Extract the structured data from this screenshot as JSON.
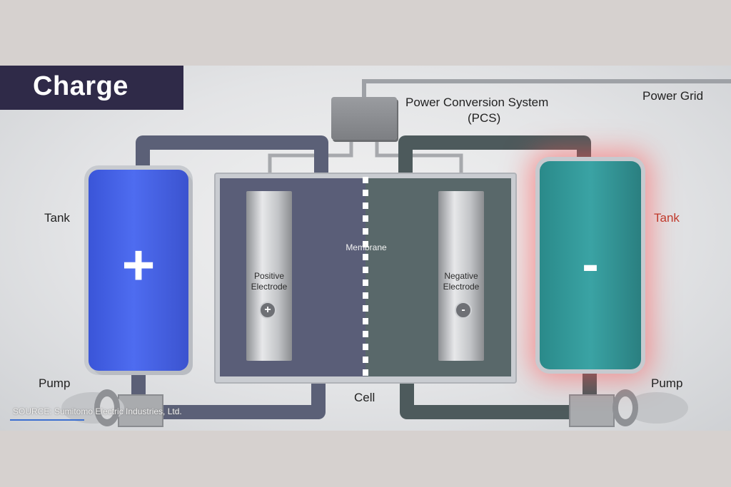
{
  "title": "Charge",
  "labels": {
    "pcs_line1": "Power Conversion System",
    "pcs_line2": "(PCS)",
    "power_grid": "Power Grid",
    "tank_left": "Tank",
    "tank_right": "Tank",
    "pump_left": "Pump",
    "pump_right": "Pump",
    "cell": "Cell",
    "membrane": "Membrane",
    "positive_electrode": [
      "Positive",
      "Electrode"
    ],
    "negative_electrode": [
      "Negative",
      "Electrode"
    ],
    "tank_pos_sign": "+",
    "tank_neg_sign": "-",
    "electrode_pos_sign": "+",
    "electrode_neg_sign": "-"
  },
  "source": "SOURCE: Sumitomo Electric Industries, Ltd.",
  "colors": {
    "title_bg": "#2f2a48",
    "positive_electrolyte": "#4e6cf0",
    "negative_electrolyte": "#3aa3a4",
    "charge_glow": "#ff5050",
    "pipe": "#5b6077"
  }
}
